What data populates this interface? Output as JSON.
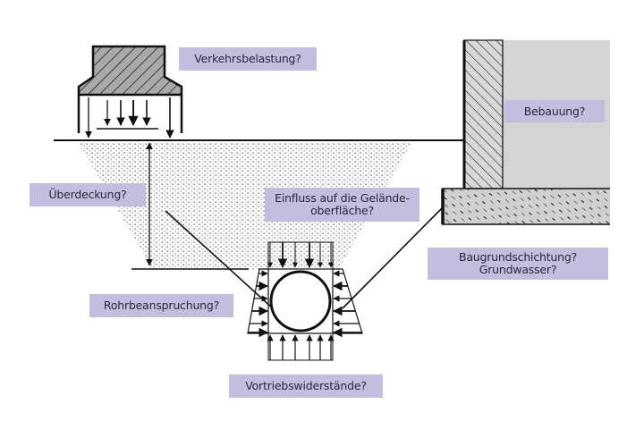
{
  "diagram": {
    "title": "Rohrvortrieb – Einflussfaktoren",
    "labels": {
      "traffic_load": "Verkehrsbelastung?",
      "buildings": "Bebauung?",
      "cover": "Überdeckung?",
      "surface_influence_line1": "Einfluss auf die Gelände-",
      "surface_influence_line2": "oberfläche?",
      "subsoil_line1": "Baugrundschichtung?",
      "subsoil_line2": "Grundwasser?",
      "pipe_stress": "Rohrbeanspruchung?",
      "jacking_resistance": "Vortriebswiderstände?"
    },
    "colors": {
      "label_fill": "#c3bedd",
      "label_text": "#2a2840",
      "line": "#111111",
      "hatch_fill": "#a9a9a9",
      "building_fill": "#d4d4d4",
      "soil_dots": "#9a9a9a"
    }
  }
}
